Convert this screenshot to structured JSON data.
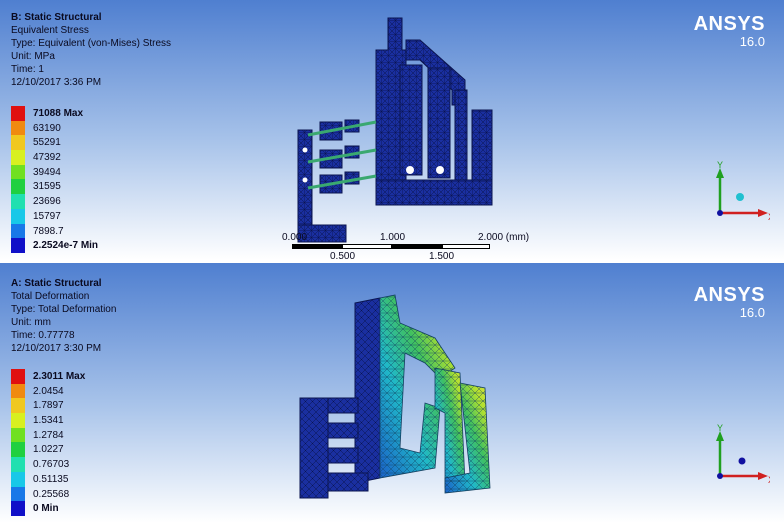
{
  "top_view": {
    "info": {
      "title": "B: Static Structural",
      "line1": "Equivalent Stress",
      "line2": "Type: Equivalent (von-Mises) Stress",
      "line3": "Unit: MPa",
      "line4": "Time: 1",
      "line5": "12/10/2017 3:36 PM"
    },
    "legend": [
      {
        "label": "71088 Max",
        "color": "#e01010",
        "bold": true
      },
      {
        "label": "63190",
        "color": "#f08a10"
      },
      {
        "label": "55291",
        "color": "#f0c820"
      },
      {
        "label": "47392",
        "color": "#d8f020"
      },
      {
        "label": "39494",
        "color": "#70e020"
      },
      {
        "label": "31595",
        "color": "#20d040"
      },
      {
        "label": "23696",
        "color": "#20e0b0"
      },
      {
        "label": "15797",
        "color": "#18c8e8"
      },
      {
        "label": "7898.7",
        "color": "#1878e8"
      },
      {
        "label": "2.2524e-7 Min",
        "color": "#1010c8",
        "bold": true
      }
    ],
    "logo": {
      "brand": "ANSYS",
      "version": "16.0"
    },
    "scale_bar": {
      "label_0": "0.000",
      "label_1": "1.000",
      "label_2": "2.000 (mm)",
      "label_05": "0.500",
      "label_15": "1.500"
    },
    "axes": {
      "x": "X",
      "y": "Y"
    }
  },
  "bottom_view": {
    "info": {
      "title": "A: Static Structural",
      "line1": "Total Deformation",
      "line2": "Type: Total Deformation",
      "line3": "Unit: mm",
      "line4": "Time: 0.77778",
      "line5": "12/10/2017 3:30 PM"
    },
    "legend": [
      {
        "label": "2.3011 Max",
        "color": "#e01010",
        "bold": true
      },
      {
        "label": "2.0454",
        "color": "#f08a10"
      },
      {
        "label": "1.7897",
        "color": "#f0c820"
      },
      {
        "label": "1.5341",
        "color": "#d8f020"
      },
      {
        "label": "1.2784",
        "color": "#70e020"
      },
      {
        "label": "1.0227",
        "color": "#20d040"
      },
      {
        "label": "0.76703",
        "color": "#20e0b0"
      },
      {
        "label": "0.51135",
        "color": "#18c8e8"
      },
      {
        "label": "0.25568",
        "color": "#1878e8"
      },
      {
        "label": "0 Min",
        "color": "#1010c8",
        "bold": true
      }
    ],
    "logo": {
      "brand": "ANSYS",
      "version": "16.0"
    },
    "axes": {
      "x": "X",
      "y": "Y"
    }
  },
  "colors": {
    "mesh_blue": "#1a2fa0",
    "deform_green": "#40c060",
    "deform_yellow": "#d0e030",
    "deform_cyan": "#20b8c8"
  }
}
